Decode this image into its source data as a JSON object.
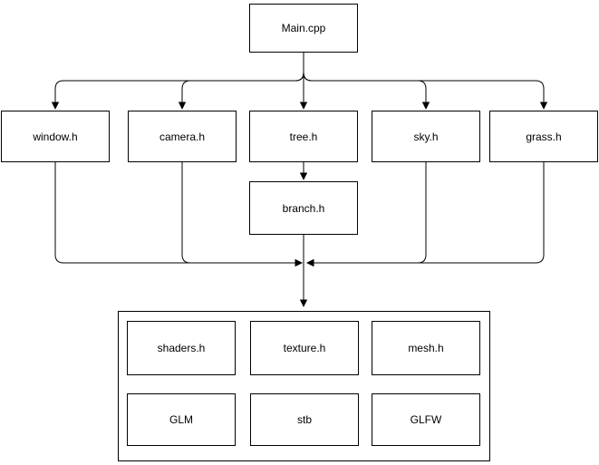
{
  "diagram": {
    "background_color": "#ffffff",
    "stroke_color": "#000000",
    "text_color": "#000000",
    "nodes": {
      "main": "Main.cpp",
      "window": "window.h",
      "camera": "camera.h",
      "tree": "tree.h",
      "sky": "sky.h",
      "grass": "grass.h",
      "branch": "branch.h",
      "shaders": "shaders.h",
      "texture": "texture.h",
      "mesh": "mesh.h",
      "glm": "GLM",
      "stb": "stb",
      "glfw": "GLFW"
    },
    "group_members": [
      "shaders.h",
      "texture.h",
      "mesh.h",
      "GLM",
      "stb",
      "GLFW"
    ],
    "edges": [
      {
        "from": "Main.cpp",
        "to": "window.h"
      },
      {
        "from": "Main.cpp",
        "to": "camera.h"
      },
      {
        "from": "Main.cpp",
        "to": "tree.h"
      },
      {
        "from": "Main.cpp",
        "to": "sky.h"
      },
      {
        "from": "Main.cpp",
        "to": "grass.h"
      },
      {
        "from": "tree.h",
        "to": "branch.h"
      },
      {
        "from": "window.h",
        "to": "libraries-group"
      },
      {
        "from": "camera.h",
        "to": "libraries-group"
      },
      {
        "from": "sky.h",
        "to": "libraries-group"
      },
      {
        "from": "grass.h",
        "to": "libraries-group"
      },
      {
        "from": "branch.h",
        "to": "libraries-group"
      }
    ]
  }
}
